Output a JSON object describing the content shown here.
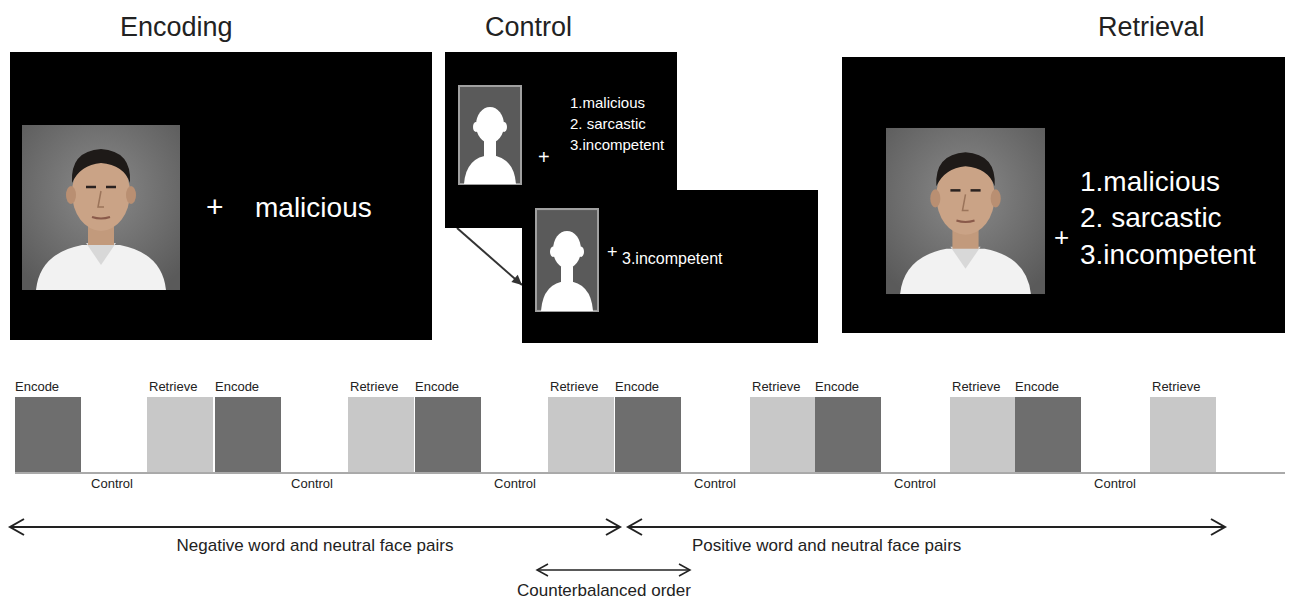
{
  "diagram": {
    "nodes": [
      {
        "text": [
          "Encoding",
          "+",
          "malicious"
        ]
      },
      {
        "text": [
          "Control",
          "+",
          "1.malicious",
          "2. sarcastic",
          "3.incompetent"
        ]
      },
      {
        "text": [
          "+",
          "3.incompetent"
        ]
      },
      {
        "text": [
          "Retrieval",
          "+",
          "1.malicious",
          "2. sarcastic",
          "3.incompetent"
        ]
      },
      {
        "text": [
          "Encode"
        ]
      },
      {
        "text": [
          "Retrieve"
        ]
      },
      {
        "text": [
          "Encode"
        ]
      },
      {
        "text": [
          "Retrieve"
        ]
      },
      {
        "text": [
          "Encode"
        ]
      },
      {
        "text": [
          "Retrieve"
        ]
      },
      {
        "text": [
          "Encode"
        ]
      },
      {
        "text": [
          "Retrieve"
        ]
      },
      {
        "text": [
          "Encode"
        ]
      },
      {
        "text": [
          "Retrieve"
        ]
      },
      {
        "text": [
          "Encode"
        ]
      },
      {
        "text": [
          "Retrieve"
        ]
      }
    ],
    "edges": [
      {
        "from": 1,
        "to": 2,
        "arrow": "to"
      }
    ],
    "labels": [
      "Control",
      "Control",
      "Control",
      "Control",
      "Control",
      "Control",
      "Negative word and neutral face pairs",
      "Positive word and neutral face pairs",
      "Counterbalanced order"
    ]
  }
}
